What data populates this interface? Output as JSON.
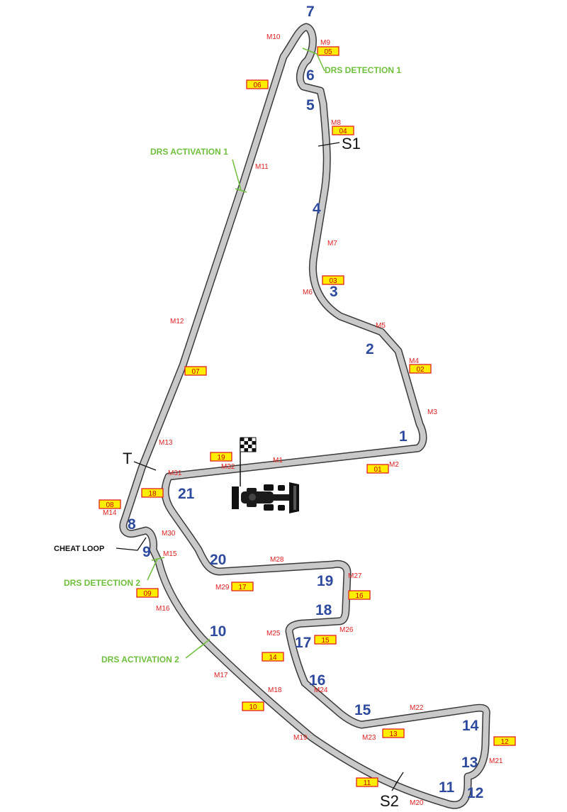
{
  "map": {
    "track_color": "#c9c9c9",
    "track_edge_color": "#3a3a3a",
    "turn_color": "#2e4a9e",
    "marker_color": "#e02020",
    "post_fill": "#ffee00",
    "drs_color": "#6fbf3c"
  },
  "turns": [
    "1",
    "2",
    "3",
    "4",
    "5",
    "6",
    "7",
    "8",
    "9",
    "10",
    "11",
    "12",
    "13",
    "14",
    "15",
    "16",
    "17",
    "18",
    "19",
    "20",
    "21"
  ],
  "markers": [
    "M1",
    "M2",
    "M3",
    "M4",
    "M5",
    "M6",
    "M7",
    "M8",
    "M9",
    "M10",
    "M11",
    "M12",
    "M13",
    "M14",
    "M15",
    "M16",
    "M17",
    "M18",
    "M19",
    "M20",
    "M21",
    "M22",
    "M23",
    "M24",
    "M25",
    "M26",
    "M27",
    "M28",
    "M29",
    "M30",
    "M31",
    "M32"
  ],
  "marshal_posts": [
    "01",
    "02",
    "03",
    "04",
    "05",
    "06",
    "07",
    "08",
    "09",
    "10",
    "11",
    "12",
    "13",
    "14",
    "15",
    "16",
    "17",
    "18",
    "19"
  ],
  "drs": {
    "detection_1": "DRS DETECTION 1",
    "activation_1": "DRS ACTIVATION 1",
    "detection_2": "DRS DETECTION 2",
    "activation_2": "DRS ACTIVATION 2"
  },
  "sectors": {
    "s1": "S1",
    "s2": "S2",
    "timing": "T"
  },
  "cheat_loop": "CHEAT LOOP",
  "icons": {
    "start_flag": "checkered-flag-icon",
    "car": "f1-car-icon"
  }
}
